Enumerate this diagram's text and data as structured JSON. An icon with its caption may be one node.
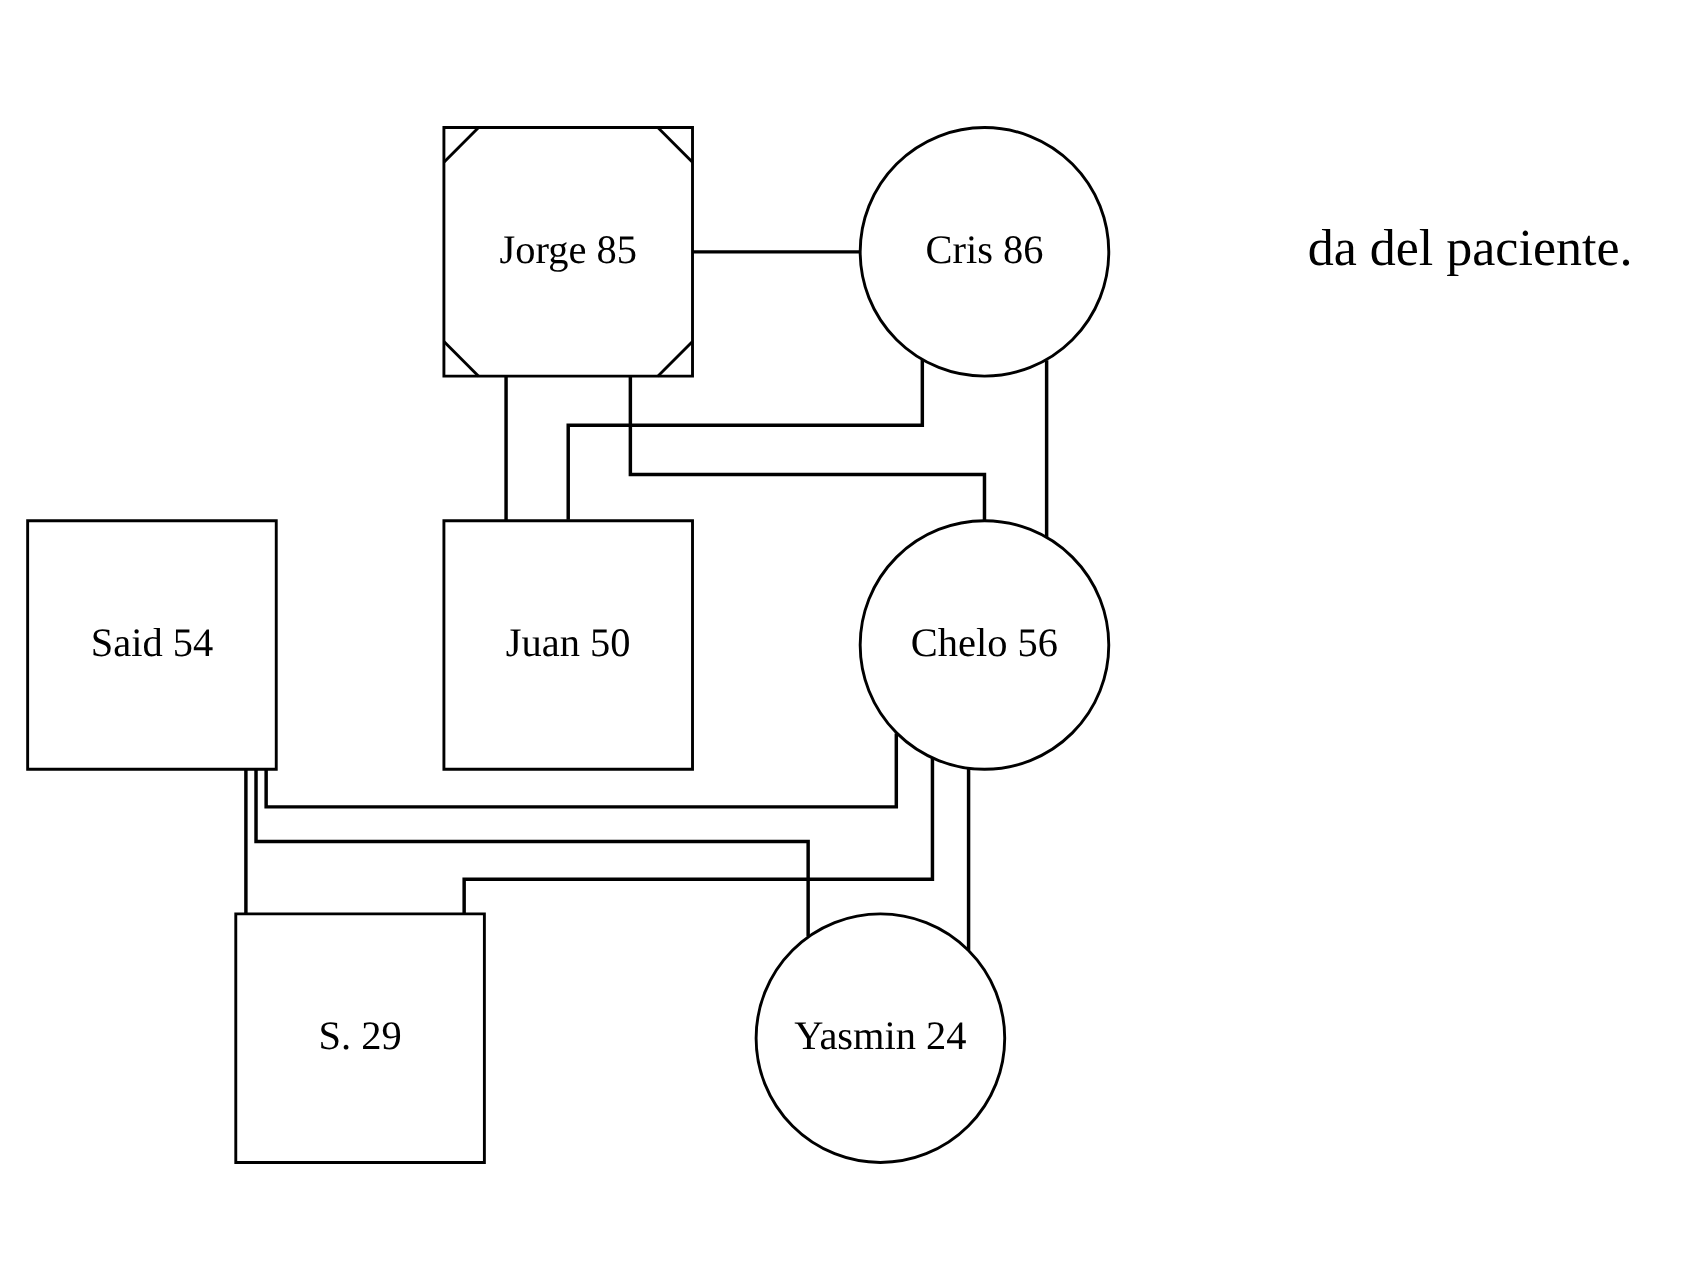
{
  "diagram": {
    "nodes": [
      {
        "text": [
          "Jorge 85"
        ]
      },
      {
        "text": [
          "Cris 86"
        ]
      },
      {
        "text": [
          "Said 54"
        ]
      },
      {
        "text": [
          "Chelo 56"
        ]
      },
      {
        "text": [
          "Juan 50"
        ]
      },
      {
        "text": [
          "S. 29"
        ]
      },
      {
        "text": [
          "Yasmin 24"
        ]
      }
    ],
    "edges": [
      {
        "from": 0,
        "to": 1,
        "arrow": "none"
      },
      {
        "from": 0,
        "to": 3,
        "arrow": "none"
      },
      {
        "from": 1,
        "to": 3,
        "arrow": "none"
      },
      {
        "from": 0,
        "to": 4,
        "arrow": "none"
      },
      {
        "from": 1,
        "to": 4,
        "arrow": "none"
      },
      {
        "from": 2,
        "to": 3,
        "arrow": "none"
      },
      {
        "from": 2,
        "to": 5,
        "arrow": "none"
      },
      {
        "from": 3,
        "to": 5,
        "arrow": "none"
      },
      {
        "from": 2,
        "to": 6,
        "arrow": "none"
      },
      {
        "from": 3,
        "to": 6,
        "arrow": "none"
      }
    ],
    "labels": [
      "da del paciente."
    ]
  }
}
